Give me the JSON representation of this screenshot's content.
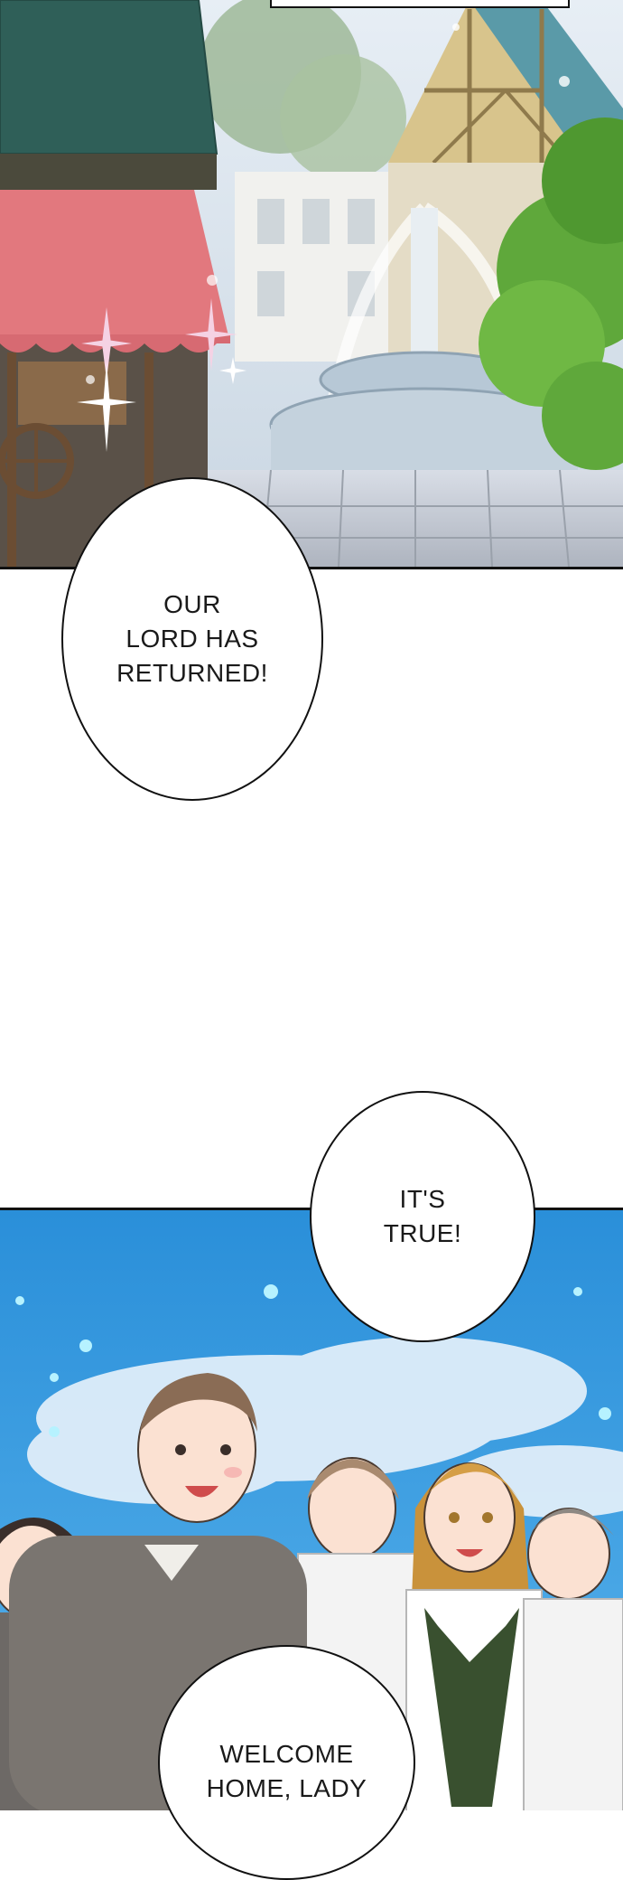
{
  "bubbles": [
    {
      "text": "OUR\nLORD HAS\nRETURNED!"
    },
    {
      "text": "IT'S\nTRUE!"
    },
    {
      "text": "WELCOME\nHOME, LADY"
    }
  ],
  "colors": {
    "outline": "#111111",
    "sky": "#3a9be0",
    "awning": "#e2787e",
    "foliage": "#5fa83b",
    "stone": "#c7cdd6"
  }
}
